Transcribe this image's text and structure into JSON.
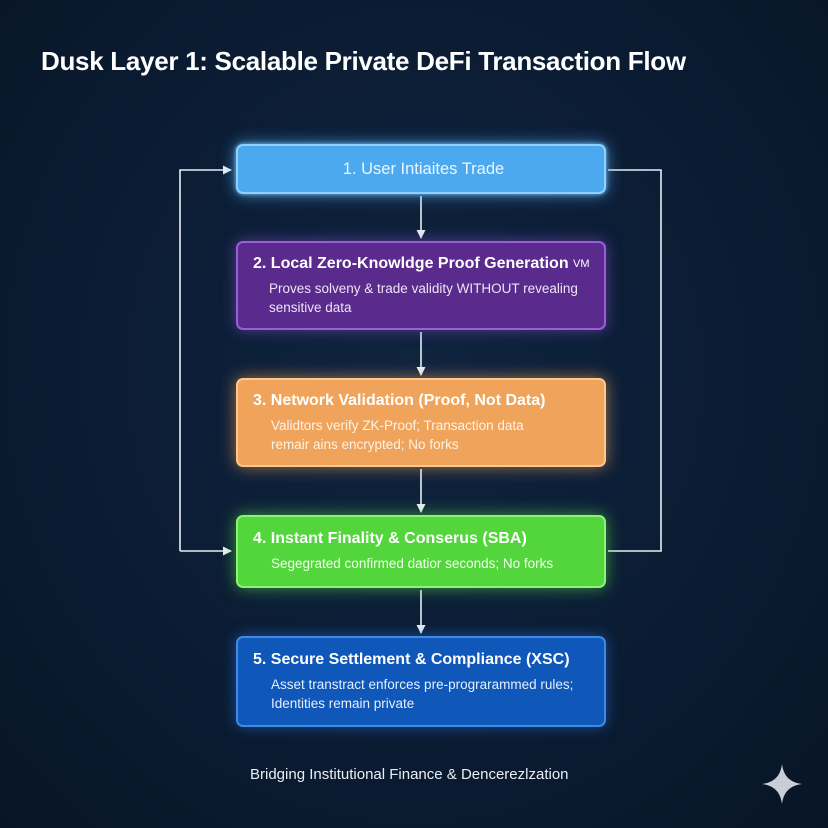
{
  "title": "Dusk Layer 1: Scalable Private DeFi Transaction Flow",
  "steps": [
    {
      "heading": "1. User Intiaites Trade",
      "description": ""
    },
    {
      "heading": "2. Local Zero-Knowldge Proof Generation",
      "badge": "VM",
      "description": "Proves solveny & trade validity WITHOUT revealing sensitive data"
    },
    {
      "heading": "3. Network Validation (Proof, Not Data)",
      "description": "Validtors verify ZK-Proof; Transaction data remair ains encrypted; No forks"
    },
    {
      "heading": "4. Instant Finality & Conserus (SBA)",
      "description": "Segegrated confirmed datior seconds; No forks"
    },
    {
      "heading": "5. Secure Settlement & Compliance (XSC)",
      "description": "Asset transtract enforces pre-prograrammed rules; Identities remain private"
    }
  ],
  "footer": "Bridging Institutional Finance & Dencerezlzation",
  "colors": {
    "background": "#0b1c33",
    "step1": "#4da9ef",
    "step2": "#5a2b8c",
    "step3": "#f0a35a",
    "step4": "#52d63c",
    "step5": "#0f57b8",
    "connector": "#e8edf3"
  },
  "icons": {
    "corner_mark": "sparkle-icon"
  }
}
